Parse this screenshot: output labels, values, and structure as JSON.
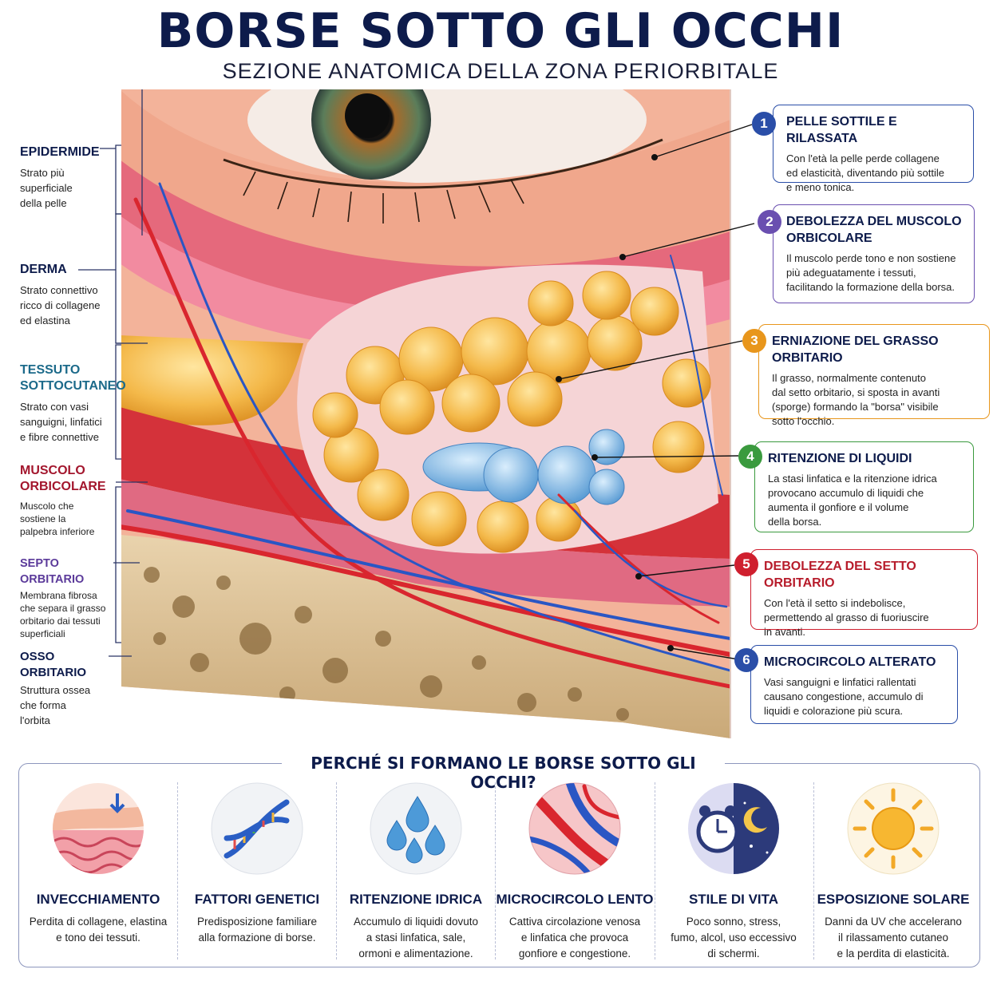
{
  "title": "BORSE SOTTO GLI OCCHI",
  "subtitle": "SEZIONE ANATOMICA DELLA ZONA PERIORBITALE",
  "left_labels": [
    {
      "title": "EPIDERMIDE",
      "desc": "Strato più\nsuperficiale\ndella pelle",
      "color": "#0d1b4b"
    },
    {
      "title": "DERMA",
      "desc": "Strato connettivo\nricco di collagene\ned elastina",
      "color": "#0d1b4b"
    },
    {
      "title": "TESSUTO\nSOTTOCUTANEO",
      "desc": "Strato con vasi\nsanguigni, linfatici\ne fibre connettive",
      "color": "#1c6a8a"
    },
    {
      "title": "MUSCOLO\nORBICOLARE",
      "desc": "Muscolo che\nsostiene la\npalpebra inferiore",
      "color": "#a3162d"
    },
    {
      "title": "SEPTO ORBITARIO",
      "desc": "Membrana fibrosa\nche separa il grasso\norbitario dai tessuti\nsuperficiali",
      "color": "#5b3a9a"
    },
    {
      "title": "OSSO ORBITARIO",
      "desc": "Struttura ossea\nche forma\nl'orbita",
      "color": "#0d1b4b"
    }
  ],
  "cards": [
    {
      "num": "1",
      "title": "PELLE SOTTILE E RILASSATA",
      "desc": "Con l'età la pelle perde collagene\ned elasticità, diventando più sottile\ne meno tonica.",
      "color": "#2a4ea8"
    },
    {
      "num": "2",
      "title": "DEBOLEZZA DEL MUSCOLO\nORBICOLARE",
      "desc": "Il muscolo perde tono e non sostiene\npiù adeguatamente i tessuti,\nfacilitando la formazione della borsa.",
      "color": "#6a4fb0"
    },
    {
      "num": "3",
      "title": "ERNIAZIONE DEL GRASSO ORBITARIO",
      "desc": "Il grasso, normalmente contenuto\ndal setto orbitario, si sposta in avanti\n(sporge) formando la \"borsa\" visibile\nsotto l'occhio.",
      "color": "#e8961c"
    },
    {
      "num": "4",
      "title": "RITENZIONE DI LIQUIDI",
      "desc": "La stasi linfatica e la ritenzione idrica\nprovocano accumulo di liquidi che\naumenta il gonfiore e il volume\ndella borsa.",
      "color": "#3a9a3e"
    },
    {
      "num": "5",
      "title": "DEBOLEZZA DEL SETTO ORBITARIO",
      "desc": "Con l'età il setto si indebolisce,\npermettendo al grasso di fuoriuscire\nin avanti.",
      "color": "#cf1f2e"
    },
    {
      "num": "6",
      "title": "MICROCIRCOLO ALTERATO",
      "desc": "Vasi sanguigni e linfatici rallentati\ncausano congestione, accumulo di\nliquidi e colorazione più scura.",
      "color": "#2a4ea8"
    }
  ],
  "bottom": {
    "title": "PERCHÉ SI FORMANO LE BORSE SOTTO GLI OCCHI?",
    "items": [
      {
        "title": "INVECCHIAMENTO",
        "desc": "Perdita di collagene, elastina\ne tono dei tessuti.",
        "icon": "aging-skin-icon"
      },
      {
        "title": "FATTORI GENETICI",
        "desc": "Predisposizione familiare\nalla formazione di borse.",
        "icon": "dna-icon"
      },
      {
        "title": "RITENZIONE IDRICA",
        "desc": "Accumulo di liquidi dovuto\na stasi linfatica, sale,\normoni e alimentazione.",
        "icon": "water-drops-icon"
      },
      {
        "title": "MICROCIRCOLO LENTO",
        "desc": "Cattiva circolazione venosa\ne linfatica che provoca\ngonfiore e congestione.",
        "icon": "blood-vessels-icon"
      },
      {
        "title": "STILE DI VITA",
        "desc": "Poco sonno, stress,\nfumo, alcol, uso eccessivo\ndi schermi.",
        "icon": "clock-moon-icon"
      },
      {
        "title": "ESPOSIZIONE SOLARE",
        "desc": "Danni da UV che accelerano\nil rilassamento cutaneo\ne la perdita di elasticità.",
        "icon": "sun-icon"
      }
    ]
  }
}
